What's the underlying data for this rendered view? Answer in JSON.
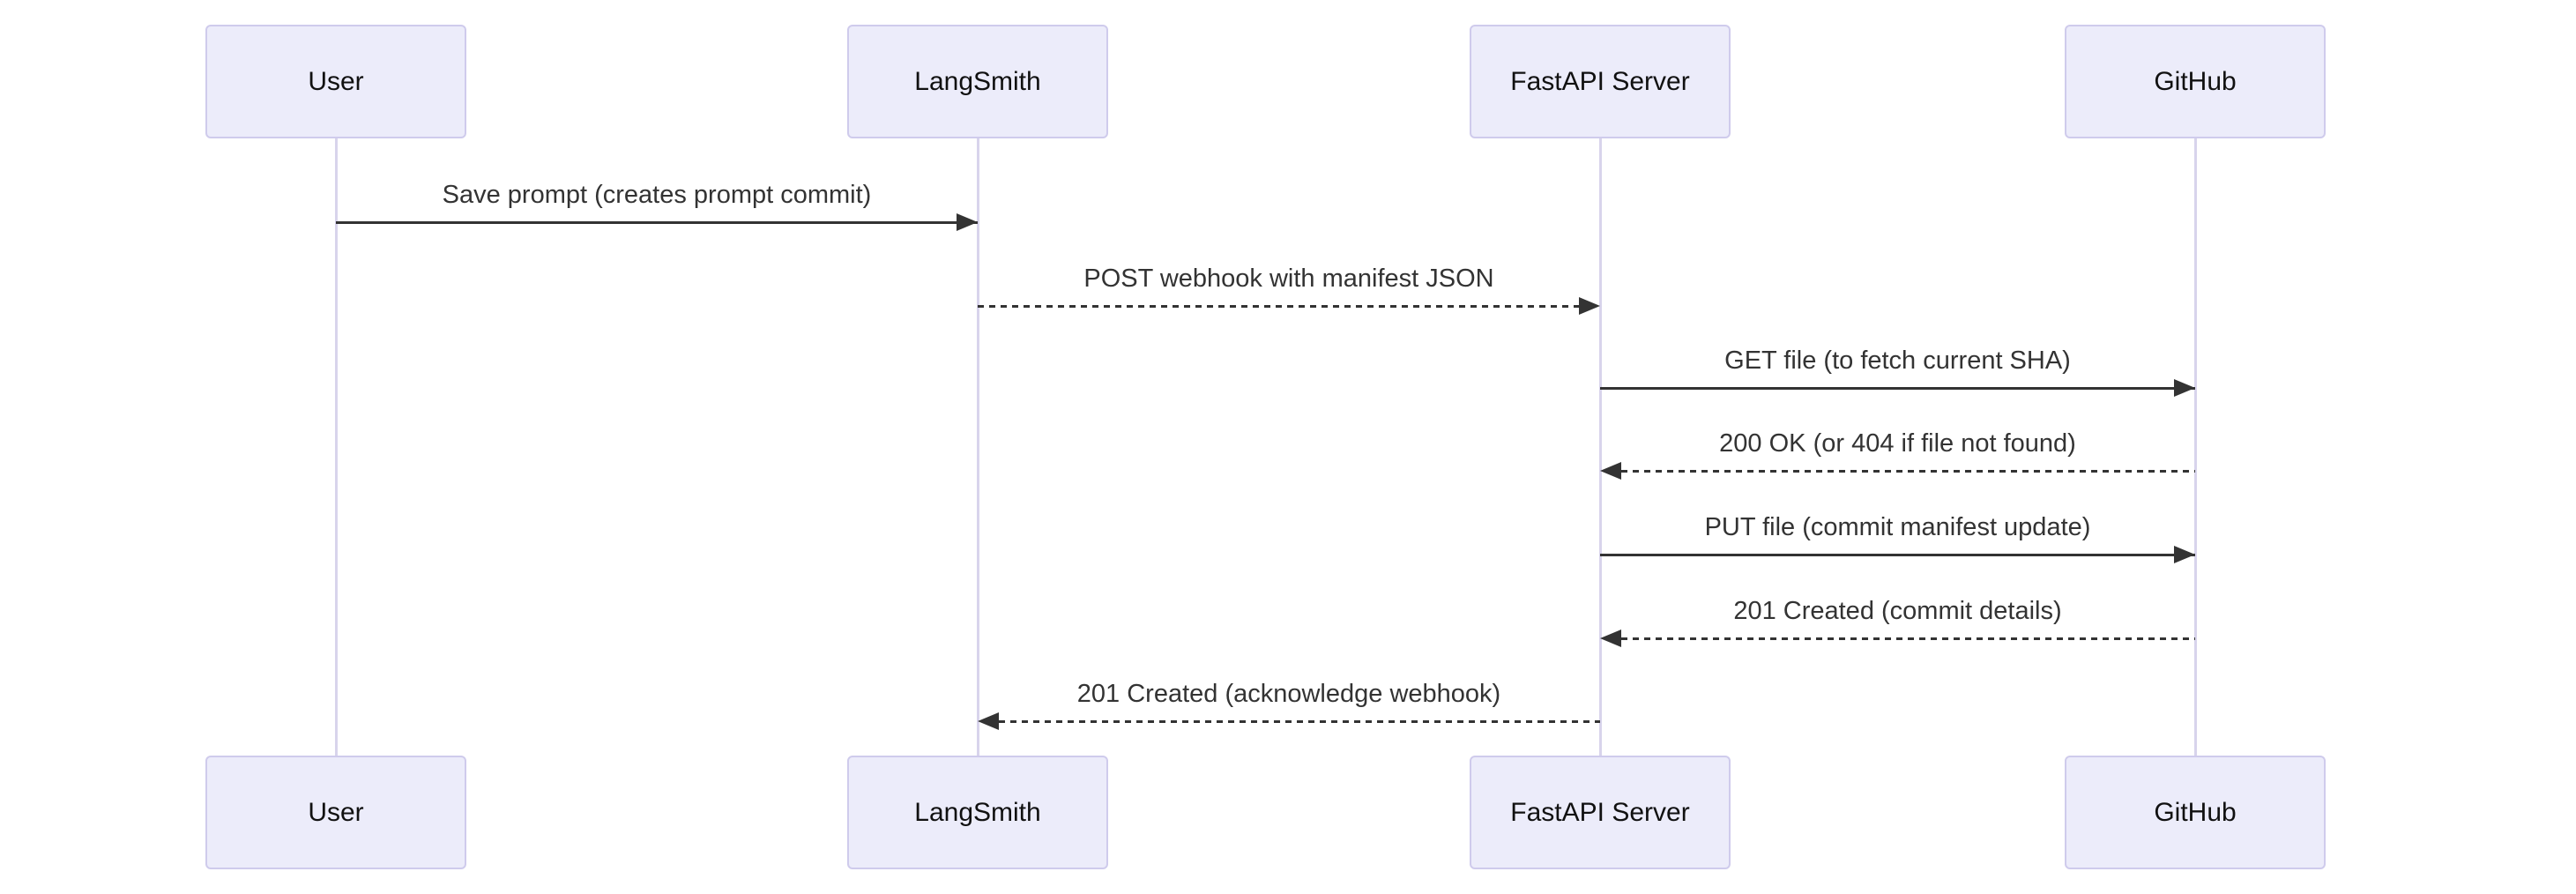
{
  "diagram": {
    "type": "sequence",
    "actors": [
      {
        "id": "user",
        "label": "User"
      },
      {
        "id": "langsmith",
        "label": "LangSmith"
      },
      {
        "id": "fastapi-server",
        "label": "FastAPI Server"
      },
      {
        "id": "github",
        "label": "GitHub"
      }
    ],
    "messages": [
      {
        "from": "User",
        "to": "LangSmith",
        "label": "Save prompt (creates prompt commit)",
        "line": "solid",
        "direction": "right"
      },
      {
        "from": "LangSmith",
        "to": "FastAPI Server",
        "label": "POST webhook with manifest JSON",
        "line": "dashed",
        "direction": "right"
      },
      {
        "from": "FastAPI Server",
        "to": "GitHub",
        "label": "GET file (to fetch current SHA)",
        "line": "solid",
        "direction": "right"
      },
      {
        "from": "GitHub",
        "to": "FastAPI Server",
        "label": "200 OK (or 404 if file not found)",
        "line": "dashed",
        "direction": "left"
      },
      {
        "from": "FastAPI Server",
        "to": "GitHub",
        "label": "PUT file (commit manifest update)",
        "line": "solid",
        "direction": "right"
      },
      {
        "from": "GitHub",
        "to": "FastAPI Server",
        "label": "201 Created (commit details)",
        "line": "dashed",
        "direction": "left"
      },
      {
        "from": "FastAPI Server",
        "to": "LangSmith",
        "label": "201 Created (acknowledge webhook)",
        "line": "dashed",
        "direction": "left"
      }
    ],
    "colors": {
      "background": "#FFFFFF",
      "actor_fill": "#ECECFA",
      "actor_border": "#CFCBEC",
      "actor_text": "#111111",
      "lifeline": "#D8D4EC",
      "message_line": "#333333",
      "message_text": "#333333"
    }
  }
}
